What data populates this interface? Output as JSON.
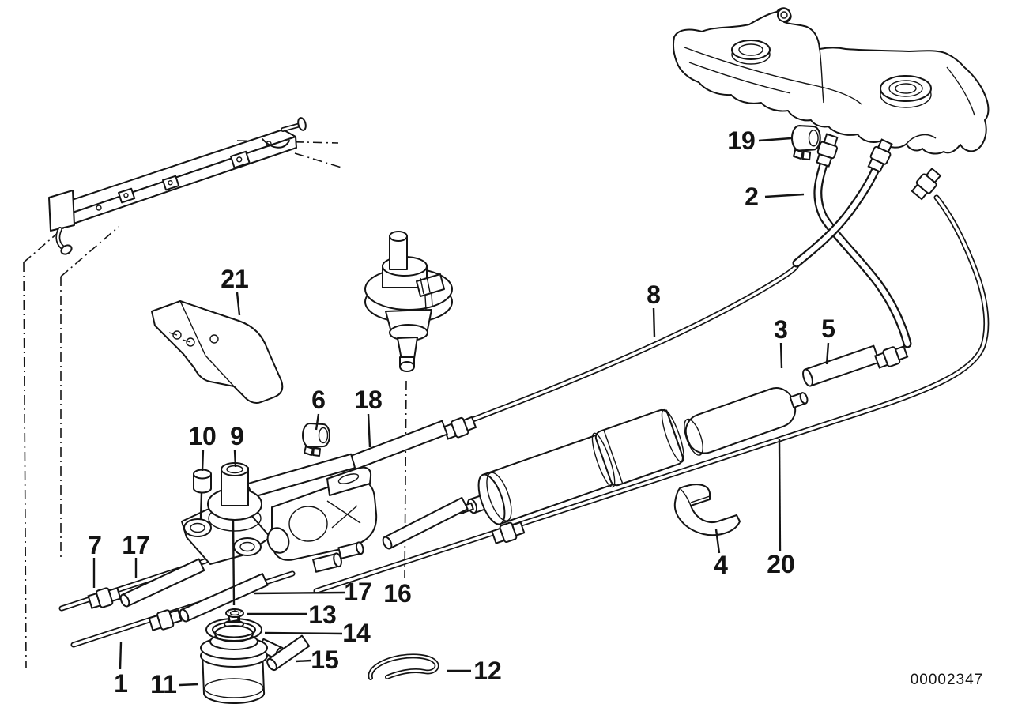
{
  "diagram_number": "00002347",
  "callouts": {
    "c1": "1",
    "c2": "2",
    "c3": "3",
    "c4": "4",
    "c5": "5",
    "c6": "6",
    "c7": "7",
    "c8": "8",
    "c9": "9",
    "c10": "10",
    "c11": "11",
    "c12": "12",
    "c13": "13",
    "c14": "14",
    "c15": "15",
    "c16": "16",
    "c17a": "17",
    "c17b": "17",
    "c18": "18",
    "c19": "19",
    "c20": "20",
    "c21": "21"
  },
  "colors": {
    "line": "#141414",
    "background": "#ffffff"
  }
}
